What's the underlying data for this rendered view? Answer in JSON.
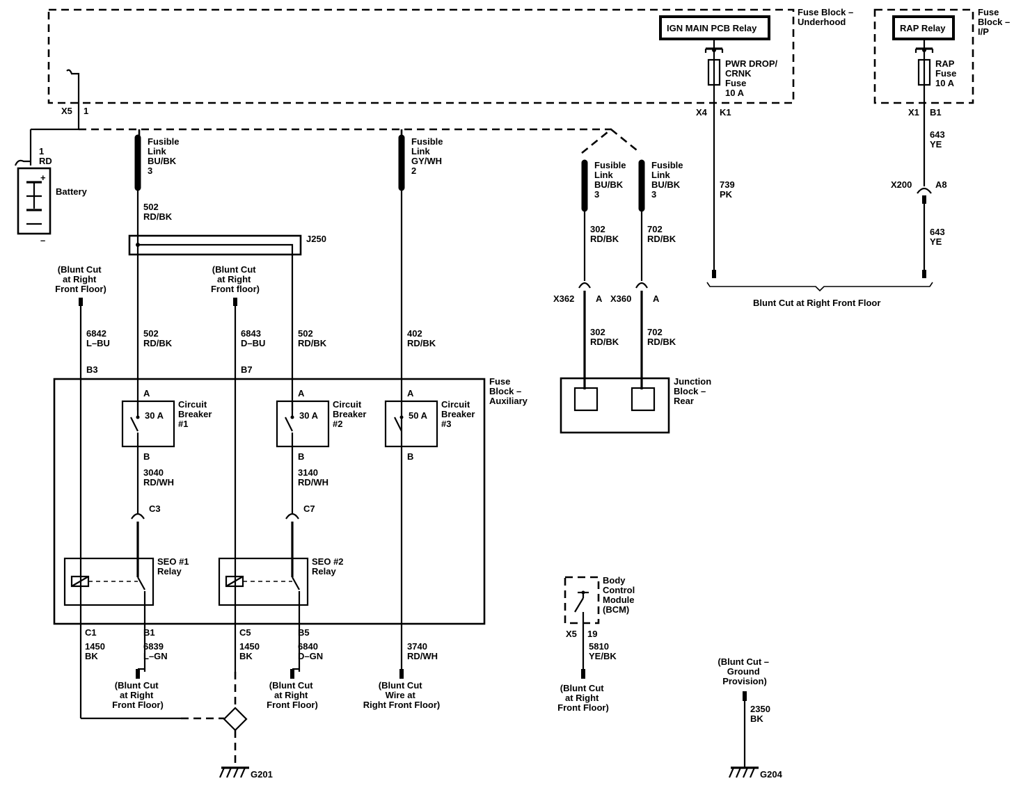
{
  "fuse_block_underhood": {
    "label_lines": [
      "Fuse Block –",
      "Underhood"
    ],
    "relay": "IGN MAIN PCB Relay",
    "fuse_lines": [
      "PWR DROP/",
      "CRNK",
      "Fuse",
      "10 A"
    ],
    "connector": "X4",
    "pin": "K1"
  },
  "fuse_block_ip": {
    "label_lines": [
      "Fuse",
      "Block –",
      "I/P"
    ],
    "relay": "RAP Relay",
    "fuse_lines": [
      "RAP",
      "Fuse",
      "10 A"
    ],
    "connector": "X1",
    "pin": "B1"
  },
  "battery": {
    "label": "Battery",
    "connector": "X5",
    "pin": "1",
    "wire_lines": [
      "1",
      "RD"
    ],
    "plus": "+",
    "minus": "–"
  },
  "fusible_links": [
    {
      "lines": [
        "Fusible",
        "Link",
        "BU/BK",
        "3"
      ]
    },
    {
      "lines": [
        "Fusible",
        "Link",
        "GY/WH",
        "2"
      ]
    },
    {
      "lines": [
        "Fusible",
        "Link",
        "BU/BK",
        "3"
      ]
    },
    {
      "lines": [
        "Fusible",
        "Link",
        "BU/BK",
        "3"
      ]
    }
  ],
  "splice": "J250",
  "wires": {
    "w502_top": [
      "502",
      "RD/BK"
    ],
    "w502_left": [
      "502",
      "RD/BK"
    ],
    "w502_right": [
      "502",
      "RD/BK"
    ],
    "w402": [
      "402",
      "RD/BK"
    ],
    "w302_top": [
      "302",
      "RD/BK"
    ],
    "w702_top": [
      "702",
      "RD/BK"
    ],
    "w302_bot": [
      "302",
      "RD/BK"
    ],
    "w702_bot": [
      "702",
      "RD/BK"
    ],
    "w739": [
      "739",
      "PK"
    ],
    "w643_top": [
      "643",
      "YE"
    ],
    "w643_bot": [
      "643",
      "YE"
    ],
    "w6842": [
      "6842",
      "L–BU"
    ],
    "w6843": [
      "6843",
      "D–BU"
    ],
    "w3040": [
      "3040",
      "RD/WH"
    ],
    "w3140": [
      "3140",
      "RD/WH"
    ],
    "w1450_a": [
      "1450",
      "BK"
    ],
    "w6839": [
      "6839",
      "L–GN"
    ],
    "w1450_b": [
      "1450",
      "BK"
    ],
    "w6840": [
      "6840",
      "D–GN"
    ],
    "w3740": [
      "3740",
      "RD/WH"
    ],
    "w5810": [
      "5810",
      "YE/BK"
    ],
    "w2350": [
      "2350",
      "BK"
    ]
  },
  "connectors": {
    "x362": "X362",
    "x362_pin": "A",
    "x360": "X360",
    "x360_pin": "A",
    "x200": "X200",
    "x200_pin": "A8",
    "c3": "C3",
    "c7": "C7",
    "b3": "B3",
    "b7": "B7",
    "c1": "C1",
    "b1": "B1",
    "c5": "C5",
    "b5": "B5",
    "x5_bcm": "X5",
    "bcm_pin": "19"
  },
  "blunt_cuts": {
    "right_front_floor_top": [
      "Blunt Cut at Right Front Floor"
    ],
    "left_6842": [
      "(Blunt Cut",
      "at Right",
      "Front Floor)"
    ],
    "mid_6843": [
      "(Blunt Cut",
      "at Right",
      "Front floor)"
    ],
    "b1": [
      "(Blunt Cut",
      "at Right",
      "Front Floor)"
    ],
    "b5": [
      "(Blunt Cut",
      "at Right",
      "Front Floor)"
    ],
    "w3740": [
      "(Blunt Cut",
      "Wire at",
      "Right Front Floor)"
    ],
    "bcm": [
      "(Blunt Cut",
      "at Right",
      "Front Floor)"
    ],
    "ground": [
      "(Blunt Cut –",
      "Ground",
      "Provision)"
    ]
  },
  "fuse_block_aux": {
    "label_lines": [
      "Fuse",
      "Block –",
      "Auxiliary"
    ],
    "breakers": [
      {
        "rating": "30 A",
        "lines": [
          "Circuit",
          "Breaker",
          "#1"
        ],
        "pin_in": "A",
        "pin_out": "B"
      },
      {
        "rating": "30 A",
        "lines": [
          "Circuit",
          "Breaker",
          "#2"
        ],
        "pin_in": "A",
        "pin_out": "B"
      },
      {
        "rating": "50 A",
        "lines": [
          "Circuit",
          "Breaker",
          "#3"
        ],
        "pin_in": "A",
        "pin_out": "B"
      }
    ],
    "relays": [
      {
        "lines": [
          "SEO #1",
          "Relay"
        ]
      },
      {
        "lines": [
          "SEO #2",
          "Relay"
        ]
      }
    ]
  },
  "junction_block_rear": {
    "label_lines": [
      "Junction",
      "Block –",
      "Rear"
    ]
  },
  "bcm": {
    "label_lines": [
      "Body",
      "Control",
      "Module",
      "(BCM)"
    ]
  },
  "grounds": {
    "g201": "G201",
    "g204": "G204"
  }
}
